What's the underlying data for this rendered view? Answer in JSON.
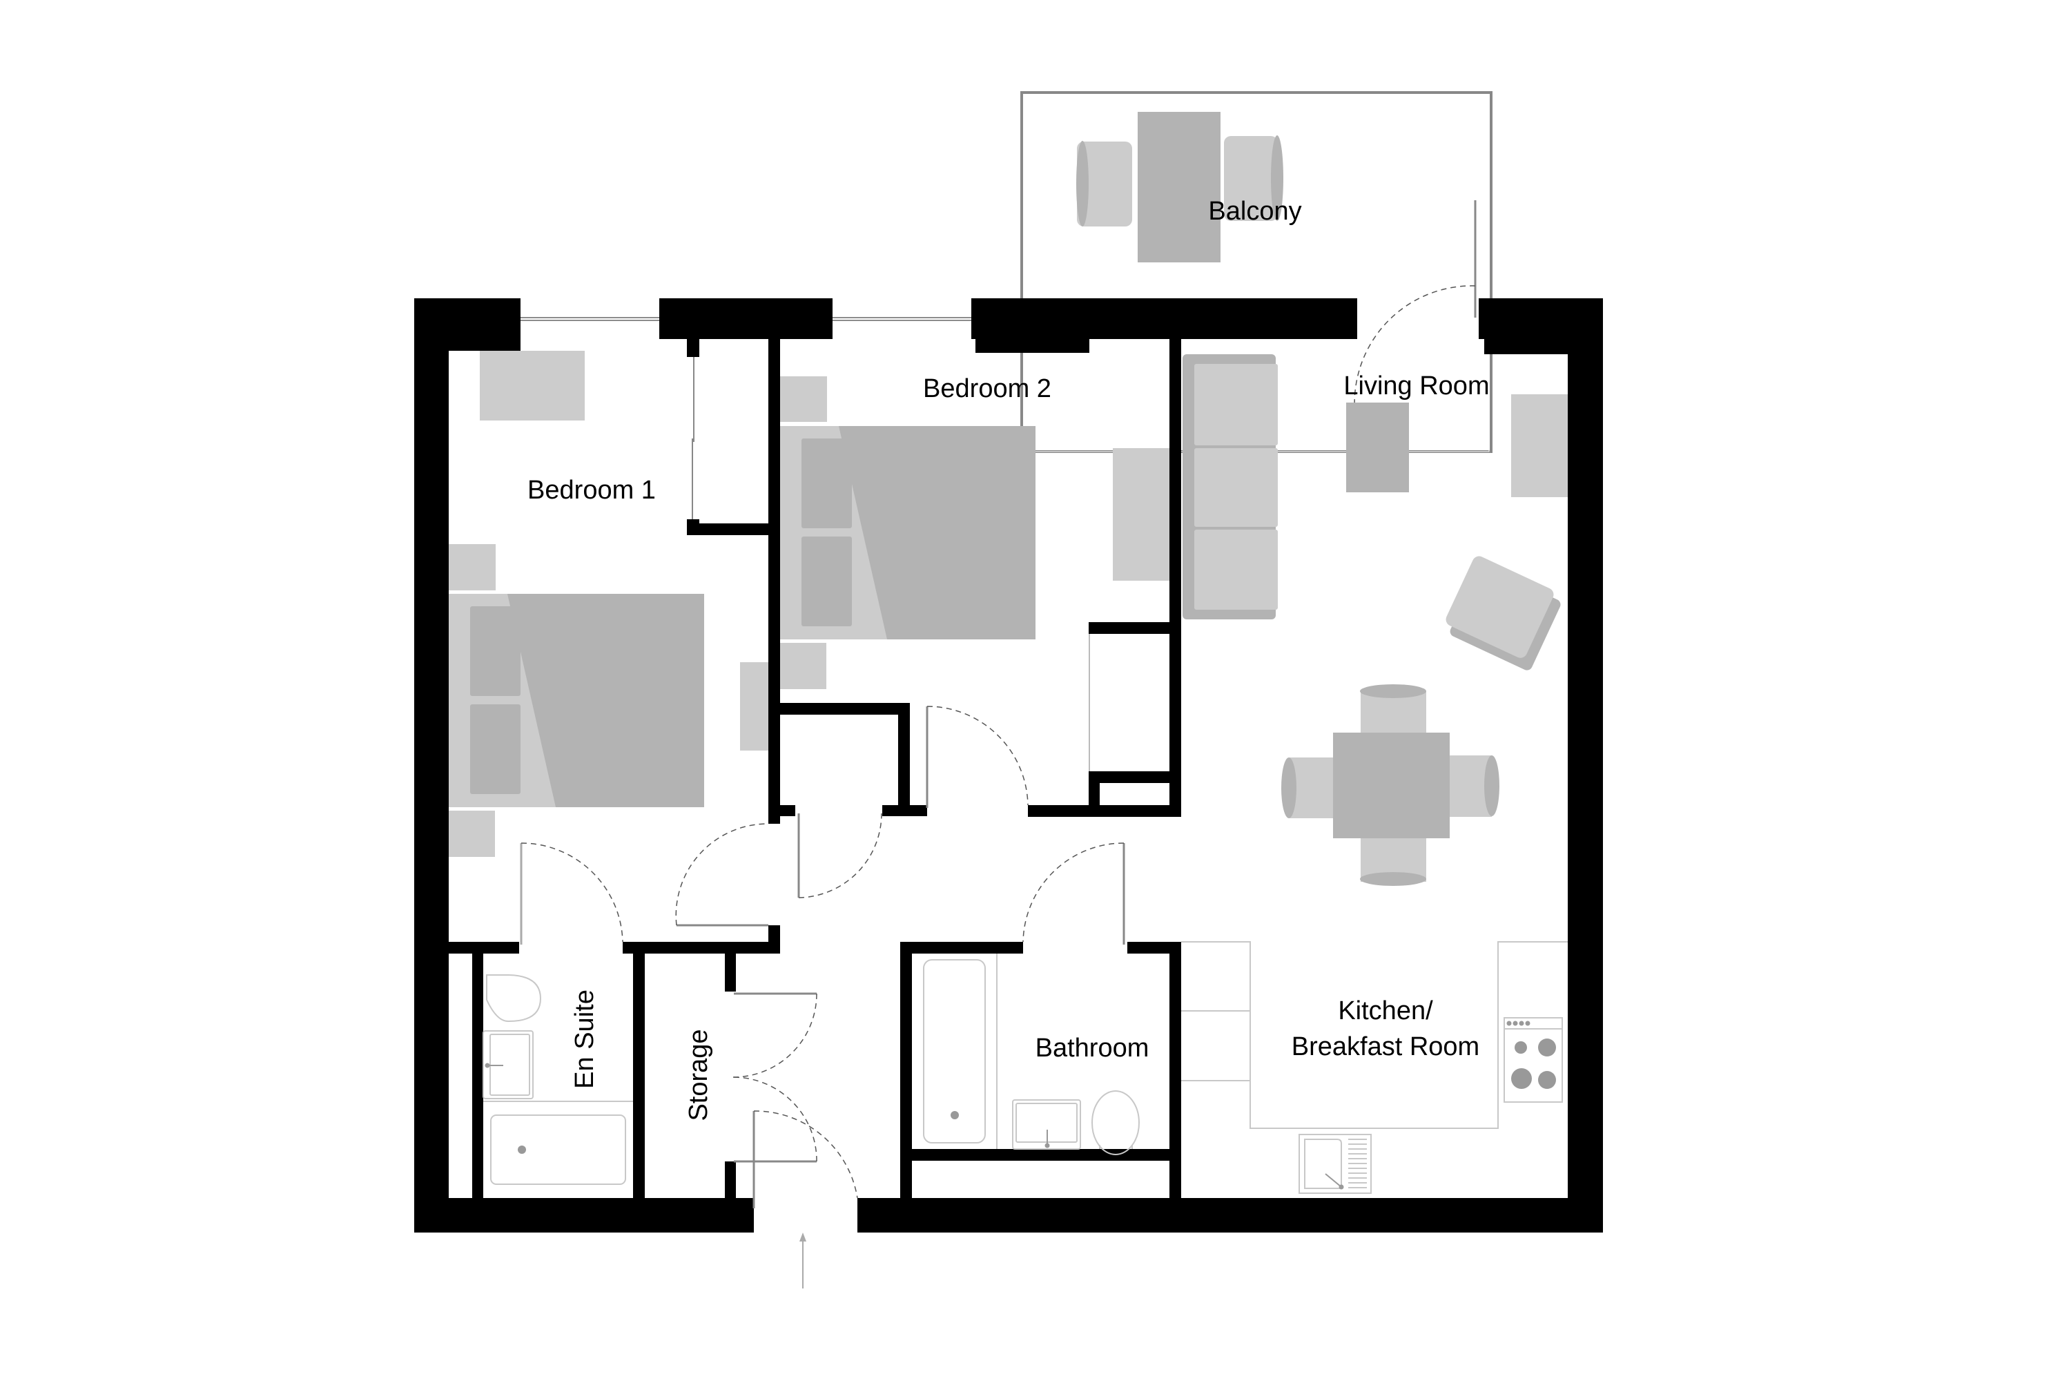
{
  "plan": {
    "type": "apartment floor plan",
    "colors": {
      "wall": "#000000",
      "furniture_light": "#cccccc",
      "furniture_dark": "#b3b3b3",
      "fixture_line": "#c8c8c8",
      "door_swing": "#555555",
      "background": "#ffffff"
    }
  },
  "rooms": {
    "balcony": {
      "label": "Balcony"
    },
    "bedroom_1": {
      "label": "Bedroom 1"
    },
    "bedroom_2": {
      "label": "Bedroom 2"
    },
    "living_room": {
      "label": "Living Room"
    },
    "kitchen": {
      "label_line1": "Kitchen/",
      "label_line2": "Breakfast Room"
    },
    "bathroom": {
      "label": "Bathroom"
    },
    "en_suite": {
      "label": "En Suite"
    },
    "storage": {
      "label": "Storage"
    }
  },
  "entrance": {
    "icon": "entry-arrow-icon"
  }
}
